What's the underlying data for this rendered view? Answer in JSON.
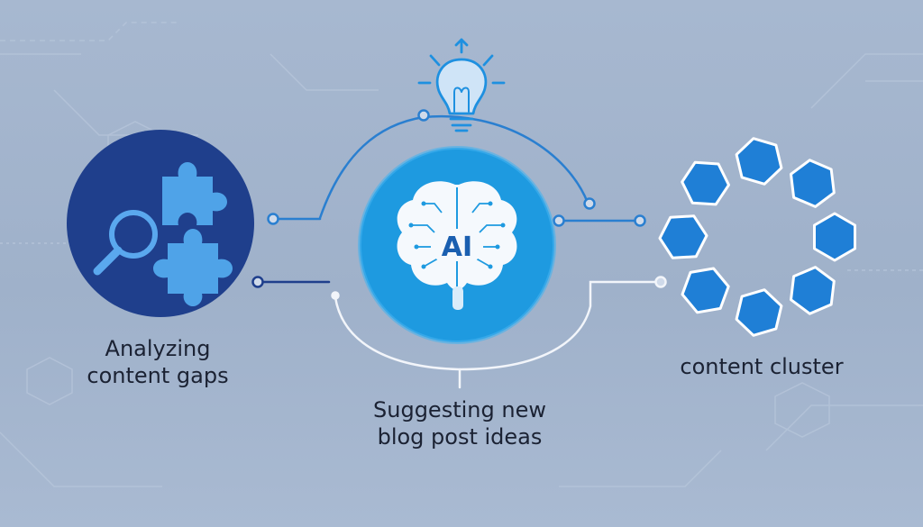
{
  "colors": {
    "background": "#a3b5cd",
    "navy": "#1f3f8c",
    "puzzle": "#4fa3e8",
    "ai_blue": "#1e9ae0",
    "connector_blue": "#2a7fd0",
    "connector_white": "#f2f5fa",
    "hexagon": "#1f7fd6",
    "bulb": "#1e90e0",
    "text": "#1b2233"
  },
  "icons": {
    "analysis": [
      "magnifying-glass-icon",
      "puzzle-piece-icon"
    ],
    "center": "brain-circuit-icon",
    "top": "lightbulb-icon",
    "cluster": "hexagon-icon"
  },
  "nodes": {
    "gaps": {
      "line1": "Analyzing",
      "line2": "content gaps"
    },
    "ai": {
      "badge": "AI"
    },
    "ideas": {
      "line1": "Suggesting new",
      "line2": "blog post ideas"
    },
    "cluster": {
      "label": "content cluster"
    }
  }
}
